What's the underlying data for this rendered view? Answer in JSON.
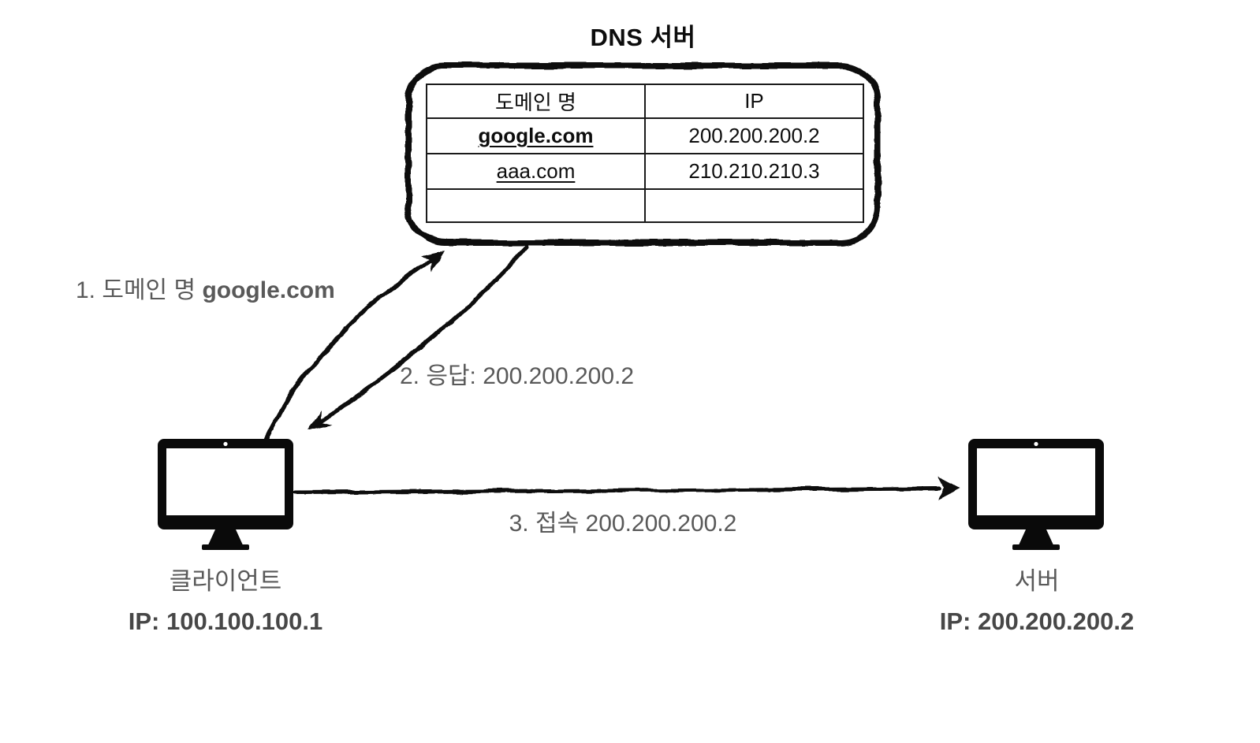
{
  "title": "DNS 서버",
  "dns_table": {
    "headers": {
      "domain": "도메인 명",
      "ip": "IP"
    },
    "rows": [
      {
        "domain": "google.com",
        "ip": "200.200.200.2"
      },
      {
        "domain": "aaa.com",
        "ip": "210.210.210.3"
      },
      {
        "domain": "",
        "ip": ""
      }
    ]
  },
  "steps": {
    "step1_prefix": "1. 도메인 명 ",
    "step1_domain": "google.com",
    "step2": "2. 응답: 200.200.200.2",
    "step3": "3. 접속 200.200.200.2"
  },
  "client": {
    "label": "클라이언트",
    "ip_label": "IP: 100.100.100.1"
  },
  "server": {
    "label": "서버",
    "ip_label": "IP: 200.200.200.2"
  },
  "colors": {
    "line_black": "#0d0d0d",
    "label_gray": "#595959",
    "ip_text_gray": "#474747",
    "table_border": "#1a1a1a",
    "background": "#ffffff"
  }
}
